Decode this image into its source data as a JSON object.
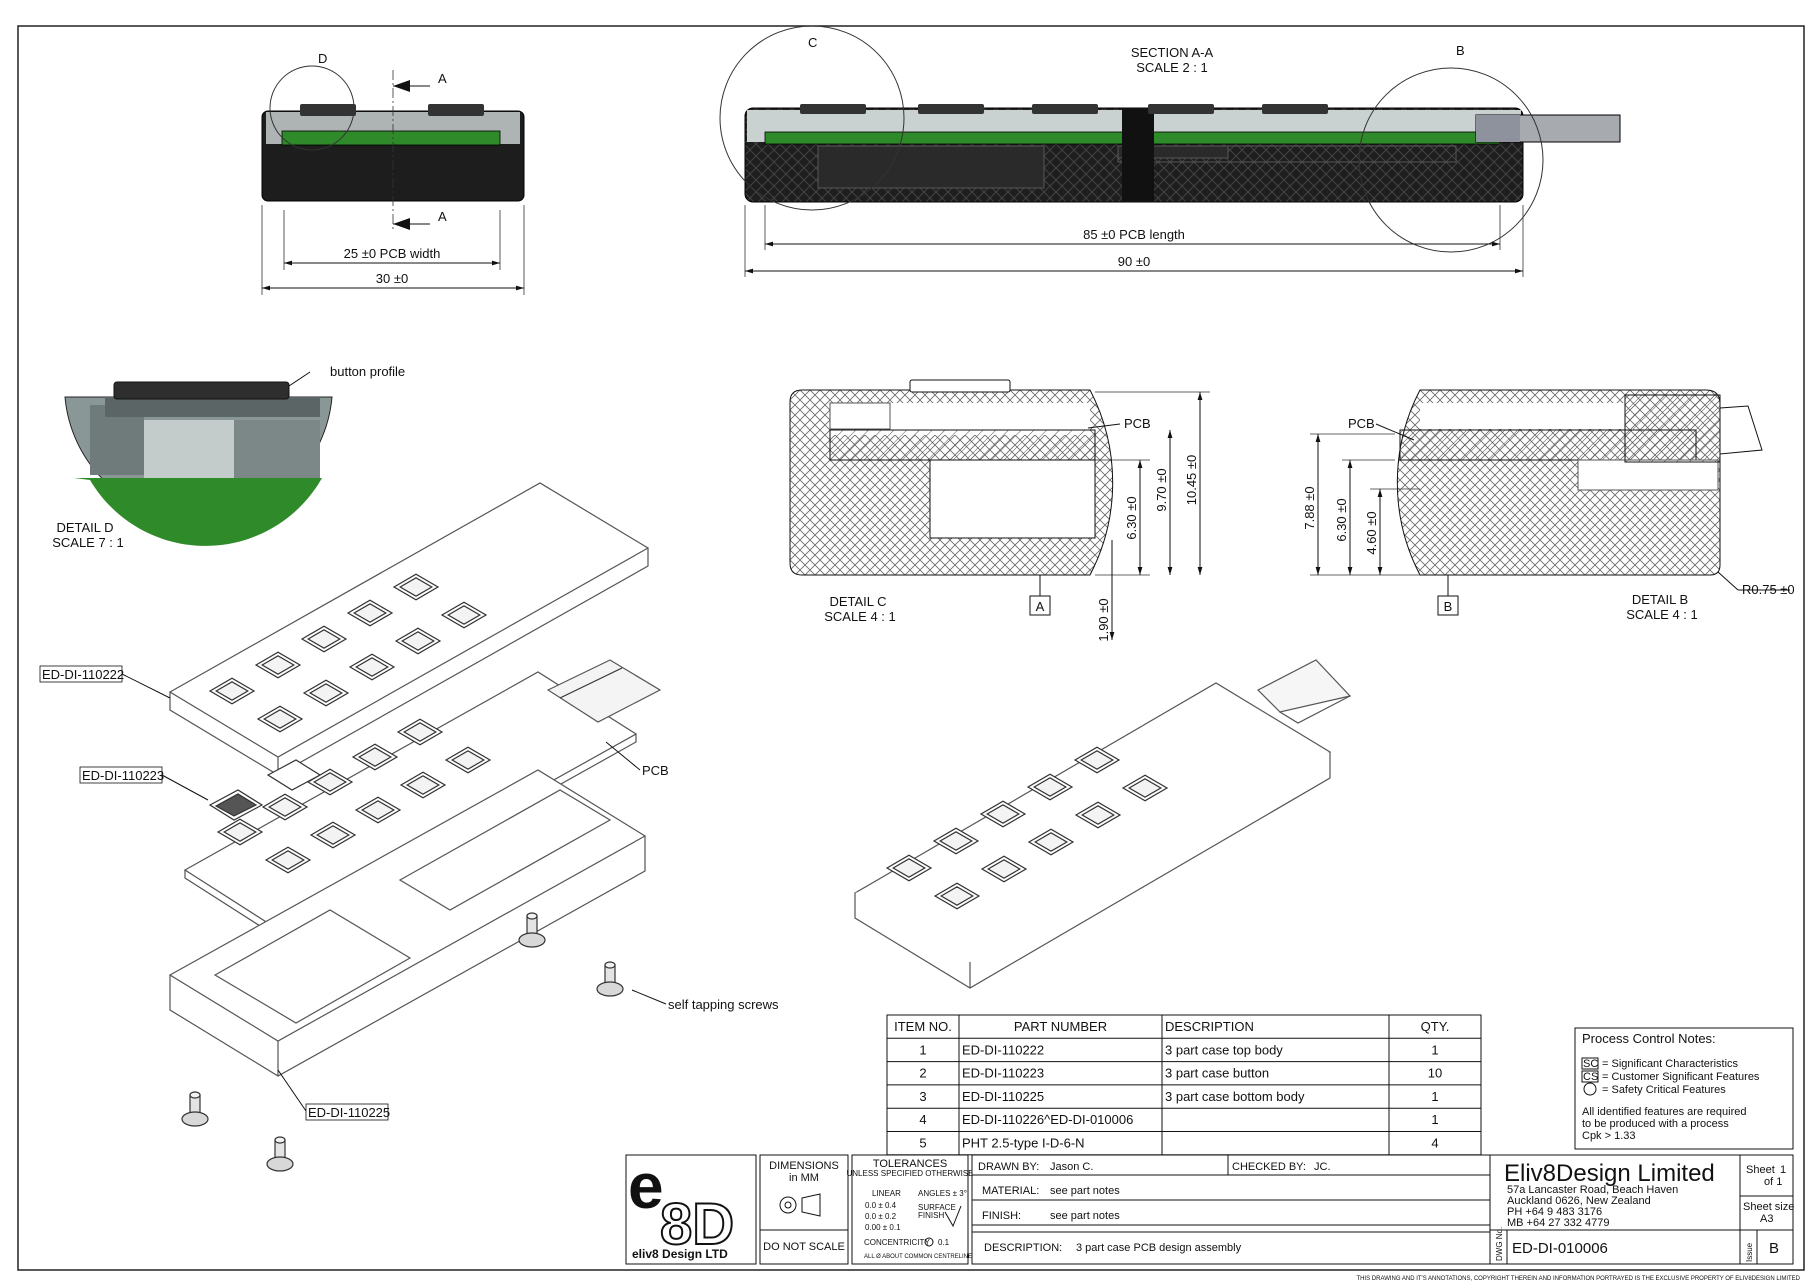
{
  "views": {
    "section_label": "SECTION A-A",
    "section_scale": "SCALE 2 : 1",
    "detail_c_circle": "C",
    "detail_b_circle": "B",
    "detail_d_circle": "D",
    "cut_a": "A",
    "dim_pcb_width": "25 ±0 PCB width",
    "dim_width": "30 ±0",
    "dim_pcb_length": "85 ±0 PCB length",
    "dim_length": "90 ±0",
    "button_profile": "button profile",
    "detail_d": "DETAIL D",
    "detail_d_scale": "SCALE 7 : 1",
    "detail_c": "DETAIL C",
    "detail_c_scale": "SCALE 4 : 1",
    "detail_b": "DETAIL B",
    "detail_b_scale": "SCALE 4 : 1",
    "pcb": "PCB",
    "dim_630": "6.30 ±0",
    "dim_970": "9.70 ±0",
    "dim_1045": "10.45 ±0",
    "dim_190": "1.90 ±0",
    "dim_788": "7.88 ±0",
    "dim_460": "4.60 ±0",
    "dim_r075": "R0.75 ±0",
    "datum_a": "A",
    "datum_b": "B",
    "callout_top_body": "ED-DI-110222",
    "callout_button": "ED-DI-110223",
    "callout_bottom_body": "ED-DI-110225",
    "callout_screws": "self tapping screws"
  },
  "bom": {
    "headers": [
      "ITEM NO.",
      "PART NUMBER",
      "DESCRIPTION",
      "QTY."
    ],
    "rows": [
      [
        "1",
        "ED-DI-110222",
        "3 part case top body",
        "1"
      ],
      [
        "2",
        "ED-DI-110223",
        "3 part case button",
        "10"
      ],
      [
        "3",
        "ED-DI-110225",
        "3 part case bottom body",
        "1"
      ],
      [
        "4",
        "ED-DI-110226^ED-DI-010006",
        "",
        "1"
      ],
      [
        "5",
        "PHT 2.5-type I-D-6-N",
        "",
        "4"
      ]
    ]
  },
  "process_notes": {
    "title": "Process Control Notes:",
    "sc_sym": "SC",
    "sc": "=  Significant Characteristics",
    "cs_sym": "CS",
    "cs": "=  Customer Significant Features",
    "safety": "=  Safety Critical Features",
    "req1": "All identified features are required",
    "req2": "to be produced with a process",
    "req3": "Cpk > 1.33"
  },
  "title_block": {
    "logo_e": "e",
    "logo_8d": "8D",
    "logo_text": "eliv8 Design LTD",
    "dims_in": "DIMENSIONS",
    "dims_mm": "in MM",
    "do_not_scale": "DO NOT SCALE",
    "tolerances": "TOLERANCES",
    "tol_sub": "UNLESS SPECIFIED OTHERWISE",
    "linear": "LINEAR",
    "angles": "ANGLES ± 3°",
    "tol1": "0.0  ± 0.4",
    "tol2": "0.0  ± 0.2",
    "tol3": "0.00 ± 0.1",
    "surface": "SURFACE",
    "finish": "FINISH",
    "concentricity": "CONCENTRICITY",
    "conc_val": "0.1",
    "common": "ALL Ø ABOUT COMMON CENTRELINE",
    "drawn_by_label": "DRAWN BY:",
    "drawn_by": "Jason C.",
    "checked_by_label": "CHECKED BY:",
    "checked_by": "JC.",
    "material_label": "MATERIAL:",
    "material": "see part notes",
    "finish_label": "FINISH:",
    "finish_val": "see part notes",
    "description_label": "DESCRIPTION:",
    "description": "3 part case PCB design assembly",
    "company": "Eliv8Design Limited",
    "addr1": "57a Lancaster Road, Beach Haven",
    "addr2": "Auckland 0626, New Zealand",
    "addr3": "PH +64 9 483 3176",
    "addr4": "MB +64 27 332 4779",
    "sheet_label": "Sheet",
    "sheet_num": "1",
    "sheet_of": "of   1",
    "sheet_size_label": "Sheet size",
    "sheet_size": "A3",
    "dwg_label": "DWG No.",
    "dwg_no": "ED-DI-010006",
    "issue_label": "Issue",
    "issue": "B",
    "footer": "THIS DRAWING AND IT'S ANNOTATIONS, COPYRIGHT THEREIN AND INFORMATION PORTRAYED IS THE EXCLUSIVE PROPERTY OF ELIV8DESIGN LIMITED"
  }
}
